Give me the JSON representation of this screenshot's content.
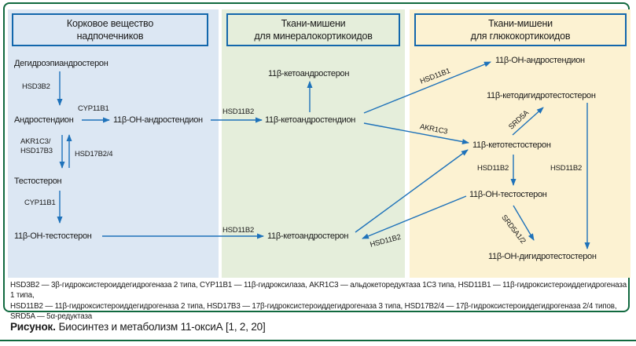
{
  "colors": {
    "frame_green": "#11693f",
    "panel_blue": "#dce7f3",
    "panel_green": "#e5eedb",
    "panel_yellow": "#fcf2d2",
    "header_box_border_blue": "#1367ac",
    "arrow_blue": "#1e72ba"
  },
  "panels": {
    "adrenal": {
      "title_lines": [
        "Корковое вещество",
        "надпочечников"
      ],
      "nodes": {
        "dhea": "Дегидроэпиандростерон",
        "androstenedione": "Андростендион",
        "oh_androstenedione": "11β-ОН-андростендион",
        "testosterone": "Тестостерон",
        "oh_testosterone": "11β-ОН-тестостерон"
      },
      "enzymes": {
        "hsd3b2": "HSD3B2",
        "cyp11b1_top": "CYP11B1",
        "akr1c3_hsd17b3": "AKR1C3/\nHSD17B3",
        "hsd17b24": "HSD17B2/4",
        "cyp11b1_bottom": "CYP11B1"
      }
    },
    "mineralo": {
      "title_lines": [
        "Ткани-мишени",
        "для минералокортикоидов"
      ],
      "nodes": {
        "keto_androsterone_top": "11β-кетоандростерон",
        "keto_androstenedione": "11β-кетоандростендион",
        "keto_androsterone_bottom": "11β-кетоандростерон"
      },
      "enzymes": {
        "hsd11b2_in_top": "HSD11B2",
        "hsd11b2_in_bottom": "HSD11B2"
      }
    },
    "gluco": {
      "title_lines": [
        "Ткани-мишени",
        "для глюкокортикоидов"
      ],
      "nodes": {
        "oh_androstenedione": "11β-ОН-андростендион",
        "ketodihydrotestosterone": "11β-кетодигидротестостерон",
        "ketotestosterone": "11β-кетотестостерон",
        "oh_testosterone": "11β-ОН-тестостерон",
        "oh_dihydrotestosterone": "11β-ОН-дигидротестостерон"
      },
      "enzymes": {
        "hsd11b1": "HSD11B1",
        "akr1c3": "AKR1C3",
        "srd5a": "SRD5A",
        "hsd11b2_left": "HSD11B2",
        "hsd11b2_right": "HSD11B2",
        "hsd11b2_diag": "HSD11B2",
        "srd5a12": "SRD5A1/2"
      }
    }
  },
  "footnote": {
    "line1": "HSD3B2 — 3β-гидроксистероиддегидрогеназа 2 типа, CYP11B1 — 11β-гидроксилаза, AKR1C3 — альдокеторедуктаза 1C3 типа, HSD11B1 — 11β-гидроксистероиддегидрогеназа 1 типа,",
    "line2": "HSD11B2 — 11β-гидроксистероиддегидрогеназа 2 типа, HSD17B3 — 17β-гидроксистероиддегидрогеназа 3 типа, HSD17B2/4 — 17β-гидроксистероиддегидрогеназа 2/4 типов,",
    "line3": "SRD5A — 5α-редуктаза"
  },
  "caption": {
    "label": "Рисунок.",
    "text": "Биосинтез и метаболизм 11-оксиА [1, 2, 20]"
  }
}
